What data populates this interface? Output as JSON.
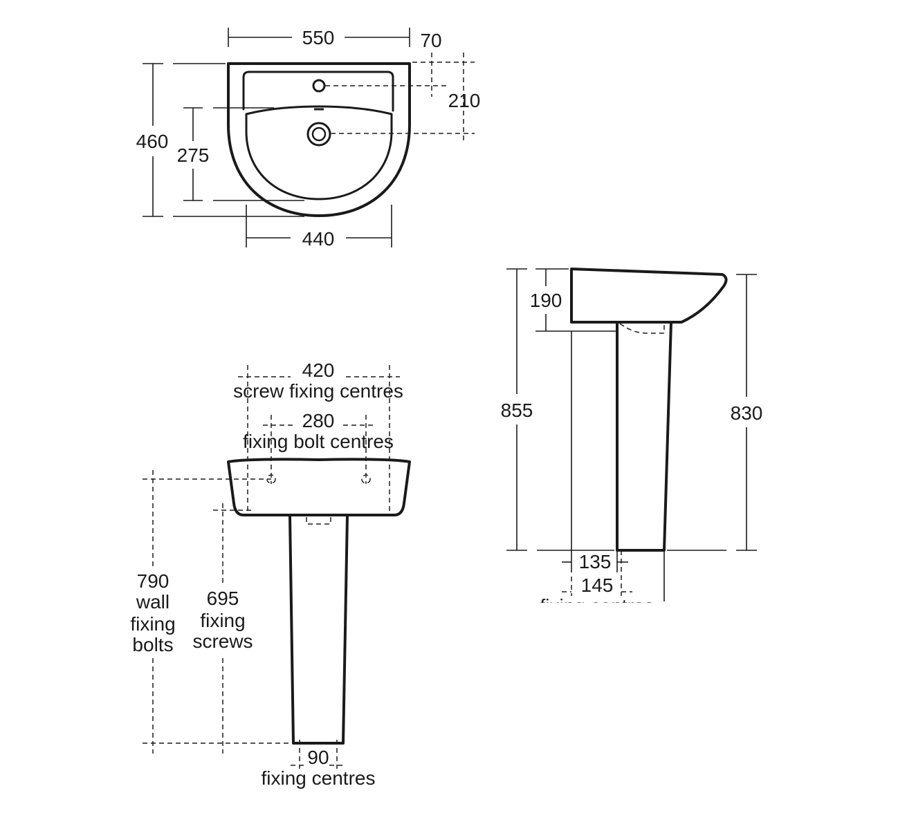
{
  "plan_view": {
    "width_overall": "550",
    "tap_hole_setback": "70",
    "tap_to_waste": "210",
    "depth_overall": "460",
    "bowl_depth": "275",
    "bowl_width": "440"
  },
  "front_view": {
    "screw_centres_value": "420",
    "screw_centres_label": "screw fixing centres",
    "bolt_centres_value": "280",
    "bolt_centres_label": "fixing bolt centres",
    "wall_bolts_value": "790",
    "wall_bolts_line1": "wall",
    "wall_bolts_line2": "fixing",
    "wall_bolts_line3": "bolts",
    "screws_value": "695",
    "screws_line1": "fixing",
    "screws_line2": "screws",
    "foot_centres_value": "90",
    "foot_centres_label": "fixing centres"
  },
  "side_view": {
    "basin_height": "190",
    "height_to_top": "855",
    "height_to_rim": "830",
    "dim_135": "135",
    "dim_145": "145",
    "cut_off_label": "fixing centres"
  }
}
